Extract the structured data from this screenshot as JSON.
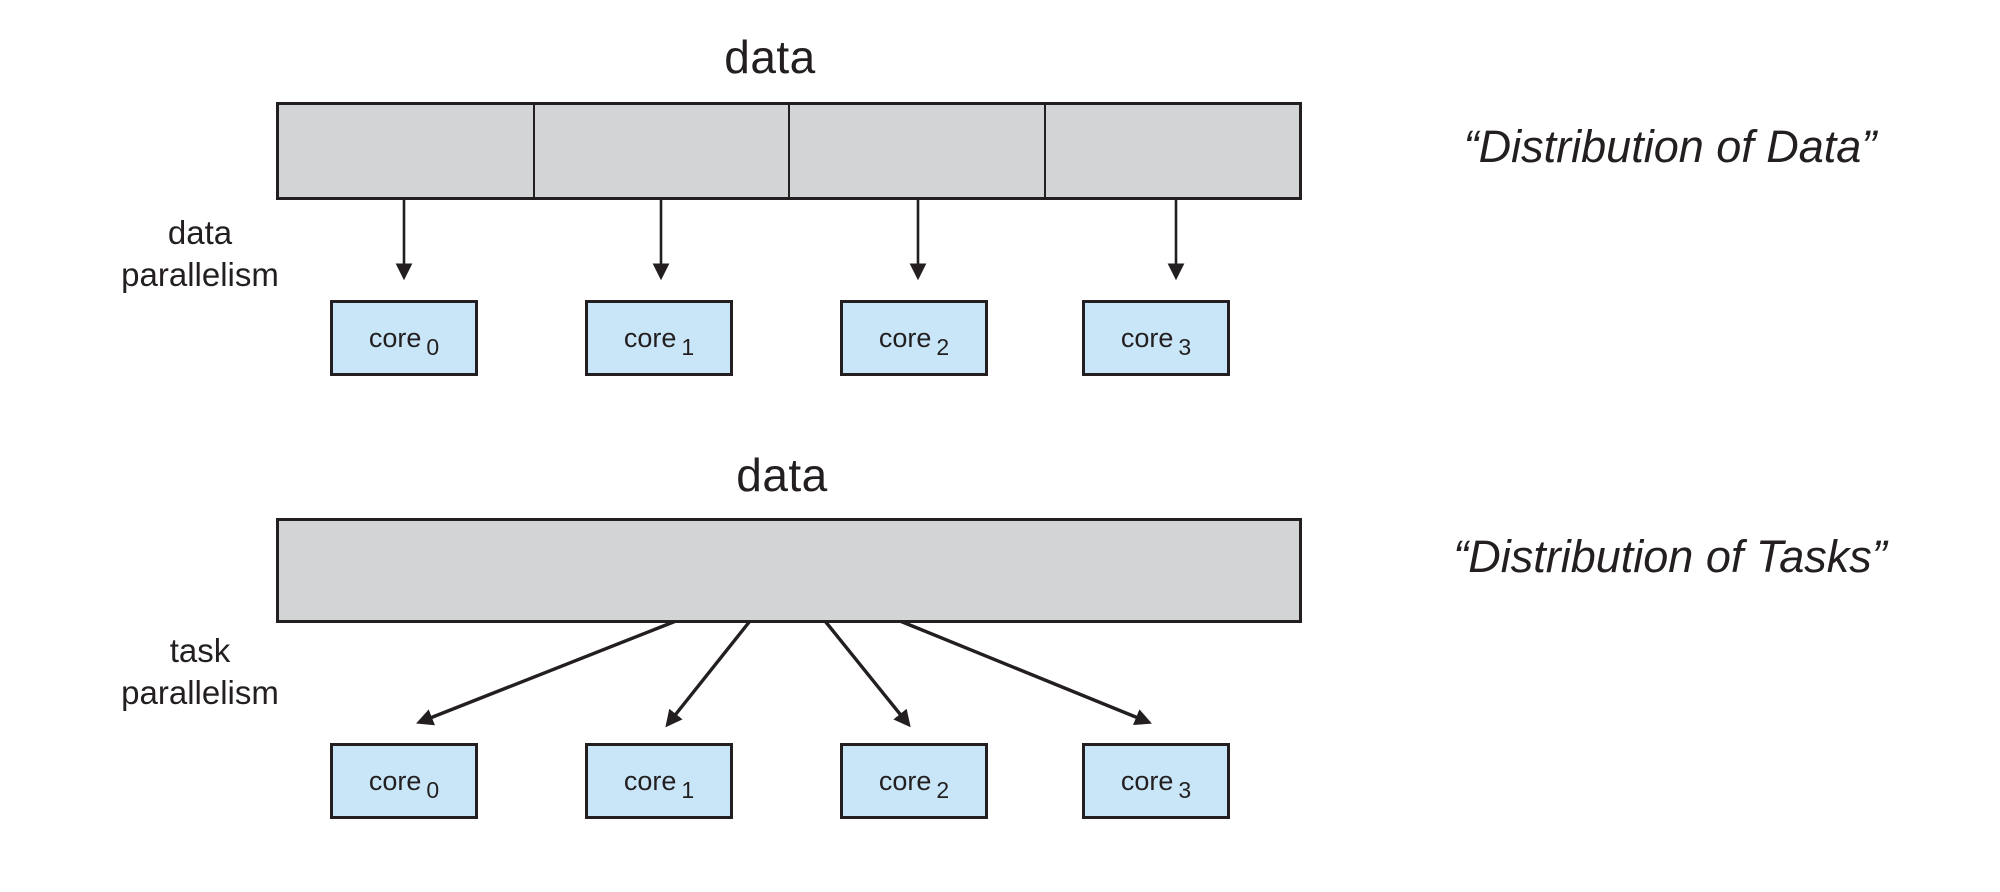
{
  "top": {
    "data_label": "data",
    "row_label": {
      "line1": "data",
      "line2": "parallelism"
    },
    "caption": "“Distribution of Data”",
    "cores": [
      {
        "name": "core",
        "sub": "0"
      },
      {
        "name": "core",
        "sub": "1"
      },
      {
        "name": "core",
        "sub": "2"
      },
      {
        "name": "core",
        "sub": "3"
      }
    ]
  },
  "bottom": {
    "data_label": "data",
    "row_label": {
      "line1": "task",
      "line2": "parallelism"
    },
    "caption": "“Distribution of Tasks”",
    "cores": [
      {
        "name": "core",
        "sub": "0"
      },
      {
        "name": "core",
        "sub": "1"
      },
      {
        "name": "core",
        "sub": "2"
      },
      {
        "name": "core",
        "sub": "3"
      }
    ]
  },
  "colors": {
    "background": "#ffffff",
    "bar_fill": "#d3d4d5",
    "core_fill": "#c9e6f8",
    "ink": "#231f20"
  }
}
